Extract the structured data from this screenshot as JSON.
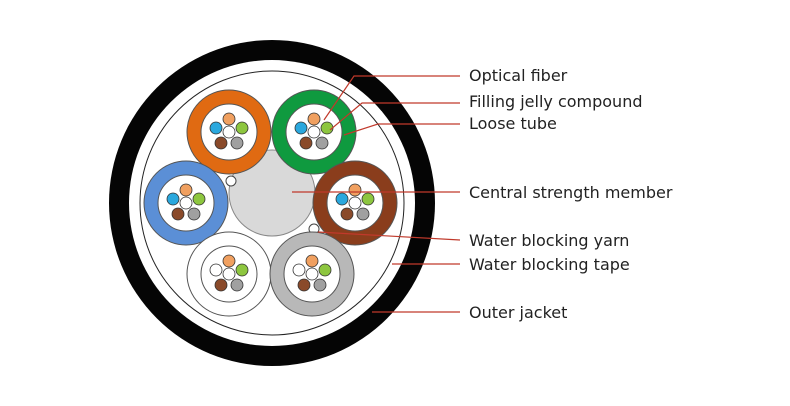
{
  "labels": {
    "optical_fiber": "Optical fiber",
    "filling_jelly": "Filling jelly compound",
    "loose_tube": "Loose tube",
    "central_strength": "Central strength member",
    "water_blocking_yarn": "Water blocking yarn",
    "water_blocking_tape": "Water blocking tape",
    "outer_jacket": "Outer jacket"
  },
  "colors": {
    "leader_line": "#c0392b",
    "jacket": "#050505",
    "central_member": "#d9d9d9",
    "tube_orange": "#e06a12",
    "tube_green": "#0f9a3f",
    "tube_brown": "#8a3d1c",
    "tube_blue": "#5b8fd6",
    "tube_white": "#ffffff",
    "tube_gray": "#b8b8b8",
    "fiber_blue": "#2aa8de",
    "fiber_orange": "#f0a060",
    "fiber_green": "#8dc63f",
    "fiber_brown": "#8a4a2a",
    "fiber_gray": "#a0a0a0",
    "fiber_white": "#ffffff"
  }
}
